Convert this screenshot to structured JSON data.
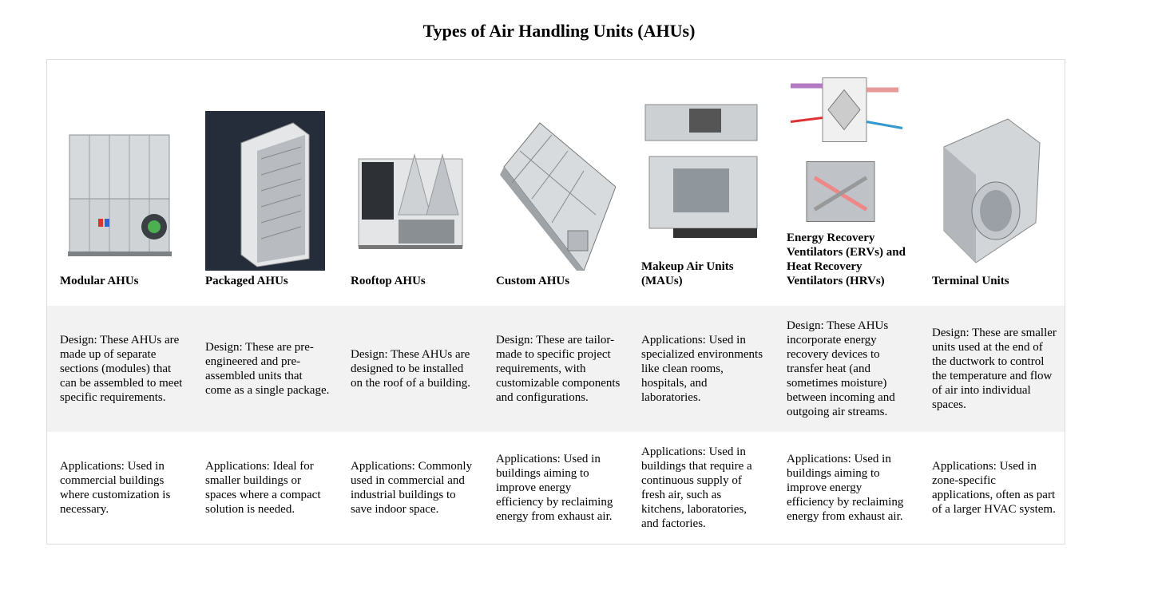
{
  "title": "Types of Air Handling Units (AHUs)",
  "units": [
    {
      "name": "Modular AHUs",
      "icon": "modular-ahu-image",
      "design": "Design: These AHUs are made up of separate sections (modules) that can be assembled to meet specific requirements.",
      "applications": "Applications: Used in commercial buildings where customization is necessary."
    },
    {
      "name": "Packaged AHUs",
      "icon": "packaged-ahu-image",
      "design": "Design: These are pre-engineered and pre-assembled units that come as a single package.",
      "applications": "Applications: Ideal for smaller buildings or spaces where a compact solution is needed."
    },
    {
      "name": "Rooftop AHUs",
      "icon": "rooftop-ahu-image",
      "design": "Design: These AHUs are designed to be installed on the roof of a building.",
      "applications": "Applications: Commonly used in commercial and industrial buildings to save indoor space."
    },
    {
      "name": "Custom AHUs",
      "icon": "custom-ahu-image",
      "design": "Design: These are tailor-made to specific project requirements, with customizable components and configurations.",
      "applications": "Applications: Used in buildings aiming to improve energy efficiency by reclaiming energy from exhaust air."
    },
    {
      "name": "Makeup Air Units (MAUs)",
      "icon": "makeup-air-unit-image",
      "design": "Applications: Used in specialized environments like clean rooms, hospitals, and laboratories.",
      "applications": "Applications: Used in buildings that require a continuous supply of fresh air, such as kitchens, laboratories, and factories."
    },
    {
      "name": "Energy Recovery Ventilators (ERVs) and Heat Recovery Ventilators (HRVs)",
      "icon": "energy-recovery-ventilator-image",
      "design": "Design: These AHUs incorporate energy recovery devices to transfer heat (and sometimes moisture) between incoming and outgoing air streams.",
      "applications": "Applications: Used in buildings aiming to improve energy efficiency by reclaiming energy from exhaust air."
    },
    {
      "name": "Terminal Units",
      "icon": "terminal-unit-image",
      "design": "Design: These are smaller units used at the end of the ductwork to control the temperature and flow of air into individual spaces.",
      "applications": "Applications: Used in zone-specific applications, often as part of a larger HVAC system."
    }
  ],
  "colors": {
    "design_row_bg": "#f2f2f2",
    "frame_border": "#dddddd",
    "packaged_bg": "#262d3a",
    "metal": "#c8ccd0"
  }
}
